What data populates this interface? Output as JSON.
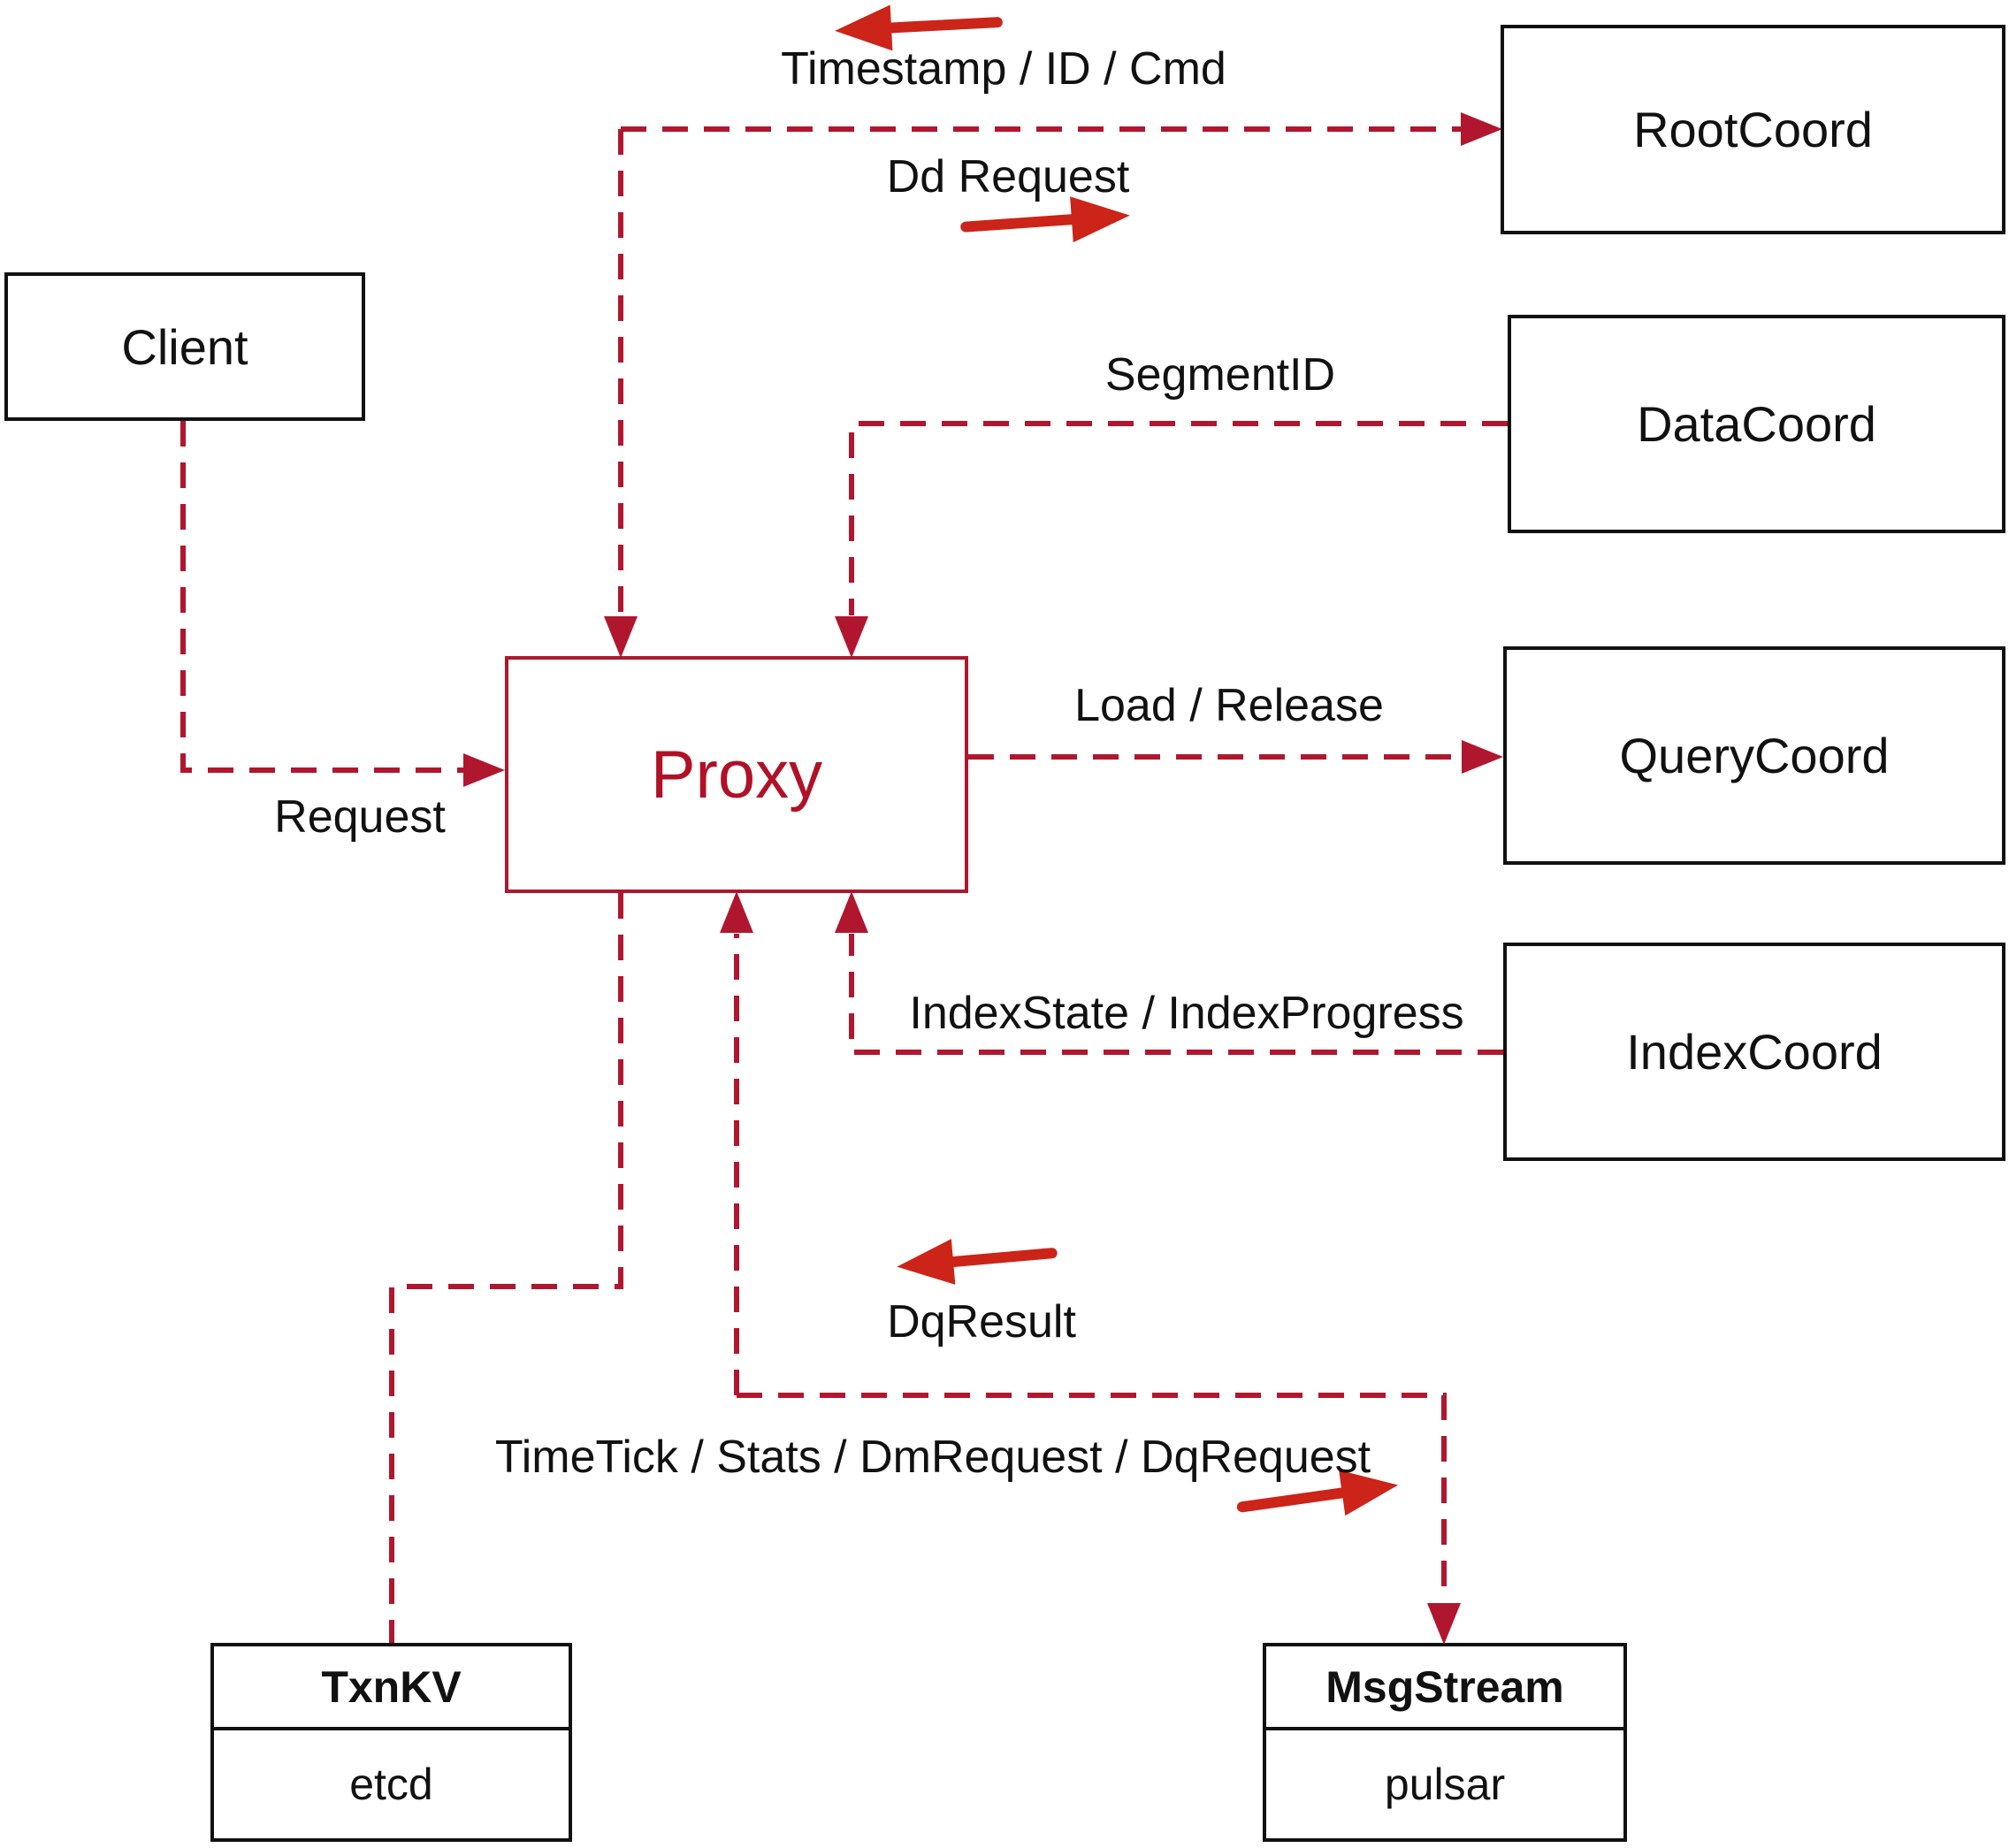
{
  "diagram": {
    "nodes": {
      "client": {
        "label": "Client"
      },
      "rootcoord": {
        "label": "RootCoord"
      },
      "datacoord": {
        "label": "DataCoord"
      },
      "querycoord": {
        "label": "QueryCoord"
      },
      "indexcoord": {
        "label": "IndexCoord"
      },
      "proxy": {
        "label": "Proxy"
      },
      "txnkv": {
        "title": "TxnKV",
        "sub": "etcd"
      },
      "msgstream": {
        "title": "MsgStream",
        "sub": "pulsar"
      }
    },
    "edges": {
      "timestamp": {
        "label": "Timestamp / ID / Cmd"
      },
      "dd_request": {
        "label": "Dd Request"
      },
      "segment_id": {
        "label": "SegmentID"
      },
      "request": {
        "label": "Request"
      },
      "load_release": {
        "label": "Load / Release"
      },
      "index_state": {
        "label": "IndexState / IndexProgress"
      },
      "dq_result": {
        "label": "DqResult"
      },
      "timetick": {
        "label": "TimeTick / Stats / DmRequest / DqRequest"
      }
    },
    "colors": {
      "dashed_line": "#b0172f",
      "solid_arrow": "#cc2418",
      "proxy_accent": "#b01127",
      "box_border": "#111111",
      "text": "#111111",
      "background": "#ffffff"
    }
  }
}
